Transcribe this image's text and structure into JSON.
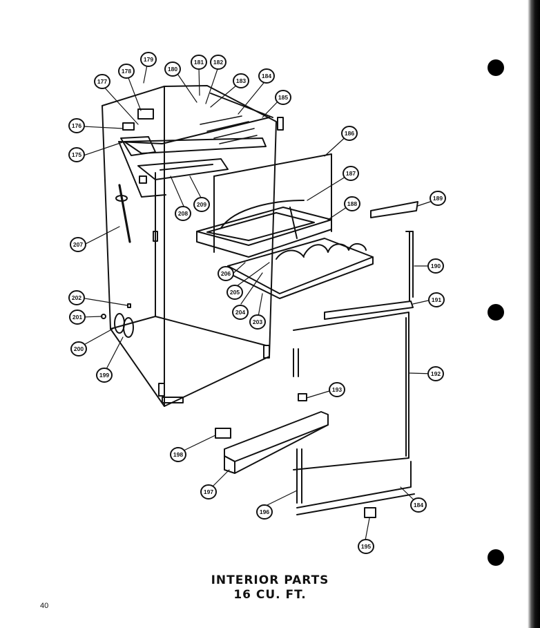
{
  "caption": {
    "line1": "INTERIOR  PARTS",
    "line2": "16 CU. FT."
  },
  "page_number": "40",
  "callouts": [
    "175",
    "176",
    "177",
    "178",
    "179",
    "180",
    "181",
    "182",
    "183",
    "184",
    "185",
    "186",
    "187",
    "188",
    "189",
    "190",
    "191",
    "192",
    "193",
    "184",
    "195",
    "196",
    "197",
    "198",
    "199",
    "200",
    "201",
    "202",
    "203",
    "204",
    "205",
    "206",
    "207",
    "208",
    "209"
  ]
}
